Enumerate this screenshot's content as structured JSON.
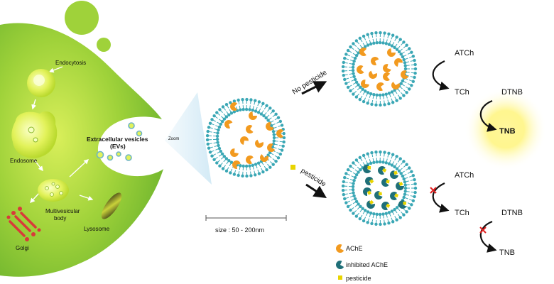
{
  "labels": {
    "endocytosis": "Endocytosis",
    "endosome": "Endosome",
    "multivesicular_line1": "Multivesicular",
    "multivesicular_line2": "body",
    "lysosome": "Lysosome",
    "golgi": "Golgi",
    "ev_line1": "Extracellular vesicles",
    "ev_line2": "(EVs)",
    "zoom": "Zoom",
    "size": "size : 50 - 200nm",
    "no_pesticide": "No pesticide",
    "pesticide": "pesticide"
  },
  "reaction_top": {
    "atch": "ATCh",
    "tch": "TCh",
    "dtnb": "DTNB",
    "tnb": "TNB"
  },
  "reaction_bottom": {
    "atch": "ATCh",
    "tch": "TCh",
    "dtnb": "DTNB",
    "tnb": "TNB"
  },
  "legend": {
    "ache": "AChE",
    "inhibited_ache": "inhibited AChE",
    "pesticide": "pesticide"
  },
  "colors": {
    "cell_green": "#8cc63f",
    "membrane_teal": "#3aa7b5",
    "enzyme_orange": "#f29a1f",
    "inhibited_teal": "#1f6f78",
    "pesticide_yellow": "#e8d400",
    "tnb_glow": "#fff36a",
    "inhibition_red": "#e02020",
    "golgi_red": "#d83a3a"
  }
}
